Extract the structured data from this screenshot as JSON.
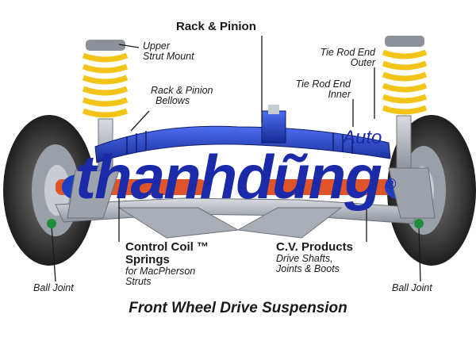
{
  "title": "Front Wheel Drive Suspension",
  "labels": {
    "rack_pinion": "Rack & Pinion",
    "upper_strut_line1": "Upper",
    "upper_strut_line2": "Strut Mount",
    "bellows_line1": "Rack & Pinion",
    "bellows_line2": "Bellows",
    "tie_outer_line1": "Tie Rod End",
    "tie_outer_line2": "Outer",
    "tie_inner_line1": "Tie Rod End",
    "tie_inner_line2": "Inner",
    "coil_line1": "Control Coil ™",
    "coil_line2": "Springs",
    "coil_line3": "for MacPherson",
    "coil_line4": "Struts",
    "cv_line1": "C.V. Products",
    "cv_line2": "Drive Shafts,",
    "cv_line3": "Joints & Boots",
    "ball_joint_left": "Ball Joint",
    "ball_joint_right": "Ball Joint"
  },
  "watermark": {
    "main": "thanhdũng",
    "sup": "Auto",
    "reg": "®"
  },
  "colors": {
    "spring": "#f2c418",
    "rack": "#1e3fbf",
    "axle": "#e0542a",
    "tire": "#3a3a3a",
    "arm": "#b8bcc4",
    "watermark": "#1b2aa8"
  }
}
